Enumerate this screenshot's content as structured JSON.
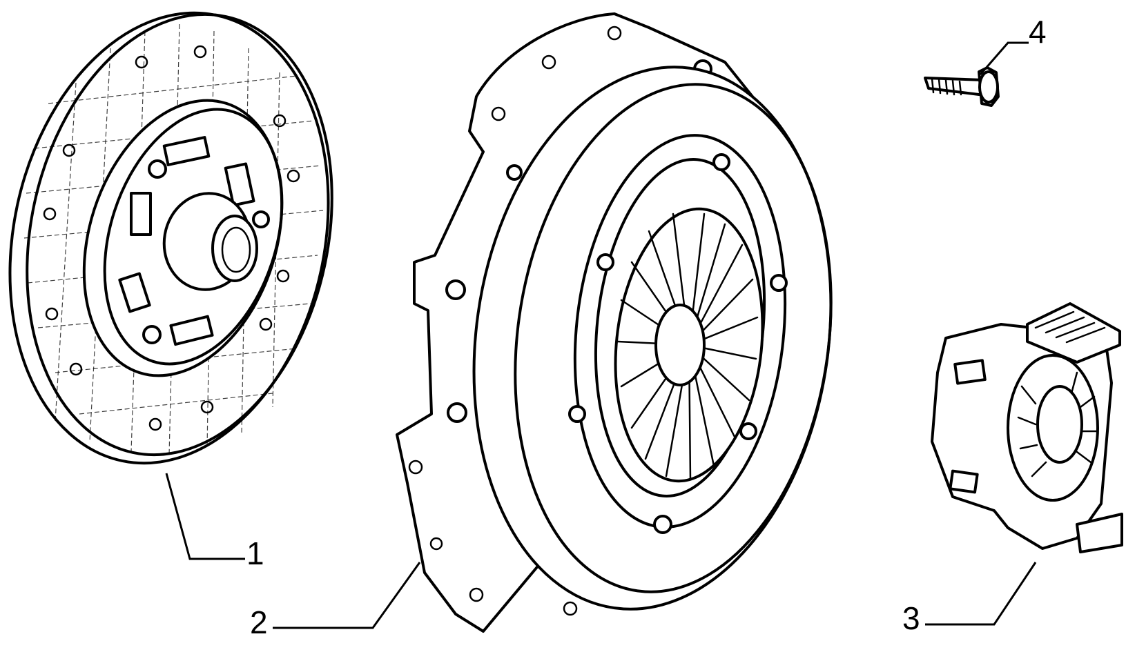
{
  "callouts": [
    {
      "id": "1",
      "label": "1"
    },
    {
      "id": "2",
      "label": "2"
    },
    {
      "id": "3",
      "label": "3"
    },
    {
      "id": "4",
      "label": "4"
    }
  ],
  "icons": [
    "clutch-disc-icon",
    "pressure-plate-icon",
    "release-bearing-icon",
    "bolt-icon"
  ],
  "colors": {
    "line": "#000000",
    "background": "#ffffff"
  }
}
